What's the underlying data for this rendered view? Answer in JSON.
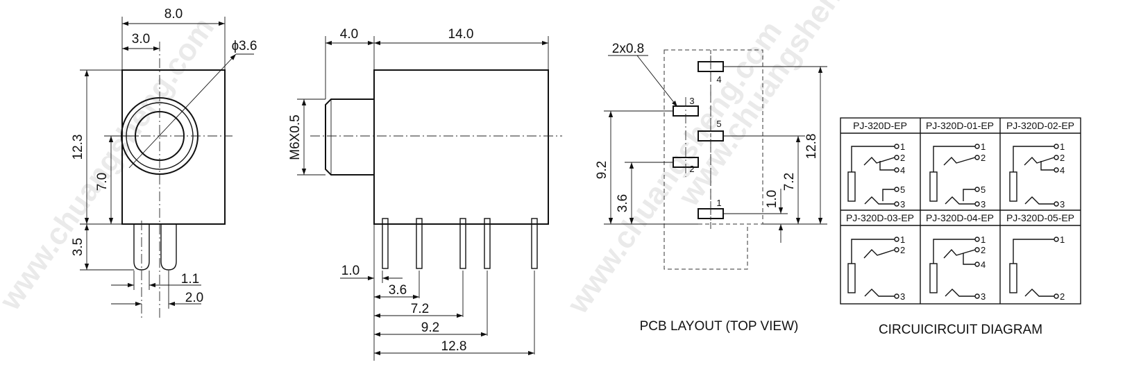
{
  "watermarks": [
    "www.chuangsheng.com",
    "www.chuangsheng.com",
    "www.chuangsheng.com"
  ],
  "front_view": {
    "width": "8.0",
    "hole_offset": "3.0",
    "hole_dia": "ɸ3.6",
    "height": "12.3",
    "hole_height": "7.0",
    "pin_length": "3.5",
    "pin_width": "1.1",
    "pin_pitch": "2.0"
  },
  "side_view": {
    "thread_length": "4.0",
    "body_length": "14.0",
    "thread": "M6X0.5",
    "pin_offset": "1.0",
    "pos_1": "3.6",
    "pos_2": "7.2",
    "pos_3": "9.2",
    "pos_4": "12.8"
  },
  "pcb_layout": {
    "pad_size": "2x0.8",
    "pins": [
      "4",
      "3",
      "5",
      "2",
      "1"
    ],
    "dim_left_1": "9.2",
    "dim_left_2": "3.6",
    "dim_right_1": "1.0",
    "dim_right_2": "7.2",
    "dim_right_3": "12.8",
    "caption": "PCB LAYOUT (TOP VIEW)"
  },
  "circuit": {
    "models": [
      "PJ-320D-EP",
      "PJ-320D-01-EP",
      "PJ-320D-02-EP",
      "PJ-320D-03-EP",
      "PJ-320D-04-EP",
      "PJ-320D-05-EP"
    ],
    "pin_labels": [
      "1",
      "2",
      "3",
      "4",
      "5"
    ],
    "caption": "CIRCUICIRCUIT DIAGRAM"
  }
}
